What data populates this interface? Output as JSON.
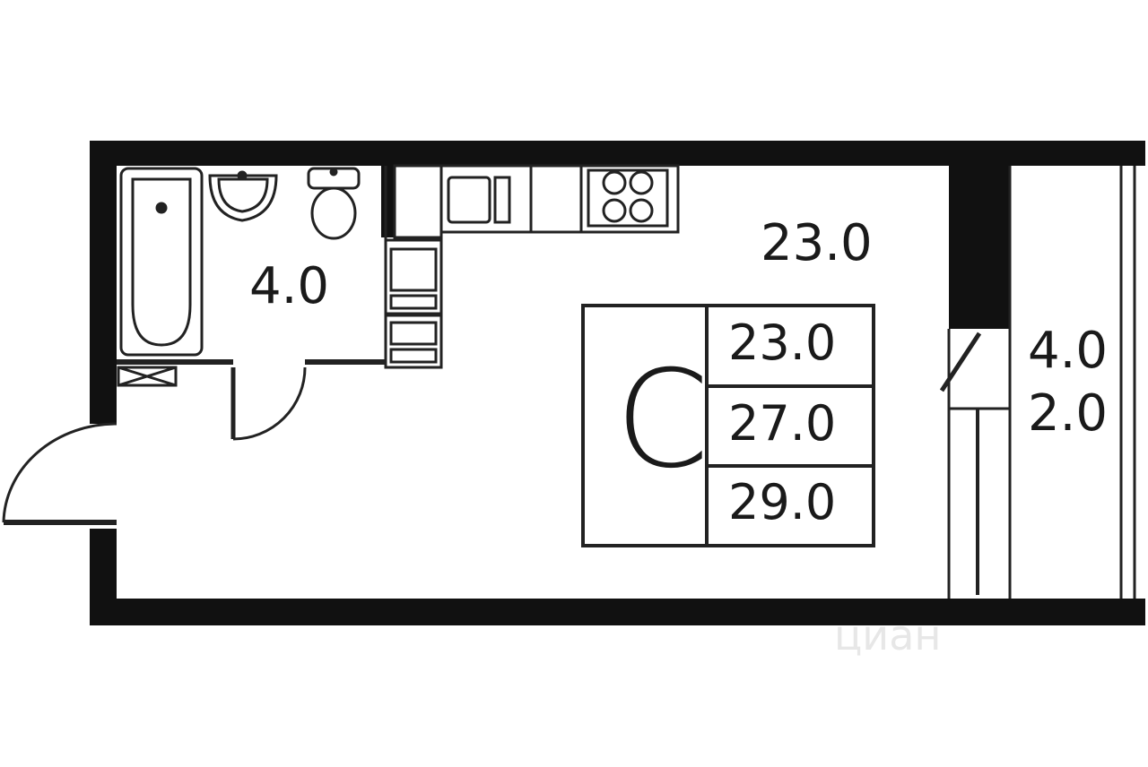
{
  "rooms": {
    "main_area": "23.0",
    "bathroom_area": "4.0",
    "balcony_area": "4.0",
    "balcony_area_reduced": "2.0"
  },
  "summary_tag": {
    "type_letter": "С",
    "values": [
      "23.0",
      "27.0",
      "29.0"
    ]
  },
  "watermark": "циан",
  "colors": {
    "wall": "#111111",
    "line": "#222222",
    "background": "#ffffff"
  }
}
